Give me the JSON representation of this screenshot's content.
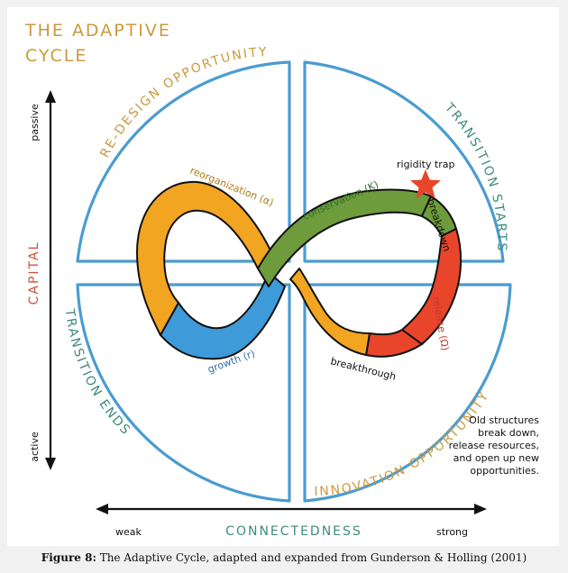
{
  "title": {
    "line1": "THE ADAPTIVE",
    "line2": "CYCLE"
  },
  "quadrants": {
    "top_left": "RE-DESIGN OPPORTUNITY",
    "top_right": "TRANSITION STARTS",
    "bottom_left": "TRANSITION ENDS",
    "bottom_right": "INNOVATION OPPORTUNITY"
  },
  "phases": {
    "reorganization": "reorganization (α)",
    "conservation": "conservation (K)",
    "growth": "growth (r)",
    "release": "release (Ω)",
    "breakdown": "breakdown",
    "breakthrough": "breakthrough",
    "rigidity_trap": "rigidity trap"
  },
  "axes": {
    "y_title": "CAPITAL",
    "y_top": "passive",
    "y_bottom": "active",
    "x_title": "CONNECTEDNESS",
    "x_left": "weak",
    "x_right": "strong"
  },
  "note": {
    "line1": "Old structures",
    "line2": "break down,",
    "line3": "release resources,",
    "line4": "and open up new",
    "line5": "opportunities."
  },
  "caption": {
    "label": "Figure 8:",
    "text": " The Adaptive Cycle, adapted and expanded from Gunderson & Holling (2001)"
  },
  "colors": {
    "quadrant_stroke": "#4a9cd0",
    "title": "#c99a3c",
    "capital": "#c8553b",
    "connectedness": "#3d8c7a",
    "orange": "#f2a521",
    "green": "#6e9b3b",
    "blue": "#3e9ad8",
    "red": "#e8452b",
    "star": "#e8452b"
  }
}
